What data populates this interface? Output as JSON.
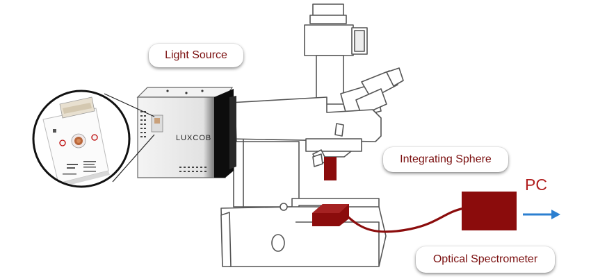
{
  "labels": {
    "light_source": "Light Source",
    "integrating_sphere": "Integrating Sphere",
    "optical_spectrometer": "Optical Spectrometer",
    "pc": "PC"
  },
  "device": {
    "brand": "LUXCOB"
  },
  "colors": {
    "label_text": "#7a0e0e",
    "spectrometer_box": "#8b0c0c",
    "fiber": "#8b0c0c",
    "arrow": "#2b7fd0",
    "pc_text": "#b01c1c",
    "outline": "#555555"
  },
  "icons": [
    "right-arrow-icon",
    "led-cob-board",
    "optical-fiber"
  ]
}
